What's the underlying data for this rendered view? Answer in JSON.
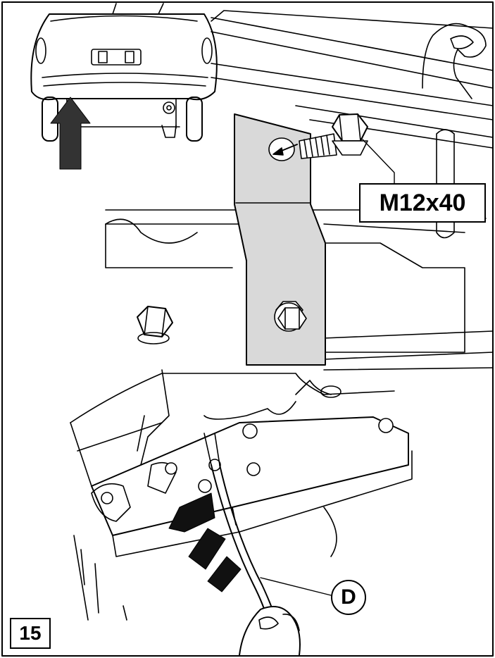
{
  "figure": {
    "step_number": "15",
    "bolt_size_label": "M12x40",
    "part_callout_letter": "D"
  },
  "colors": {
    "line": "#000000",
    "plate_fill": "#d9d9d9",
    "arrow_fill": "#333333"
  },
  "icons": [
    "push-up-arrow-icon",
    "insert-direction-arrow-icon",
    "hand-icon"
  ]
}
